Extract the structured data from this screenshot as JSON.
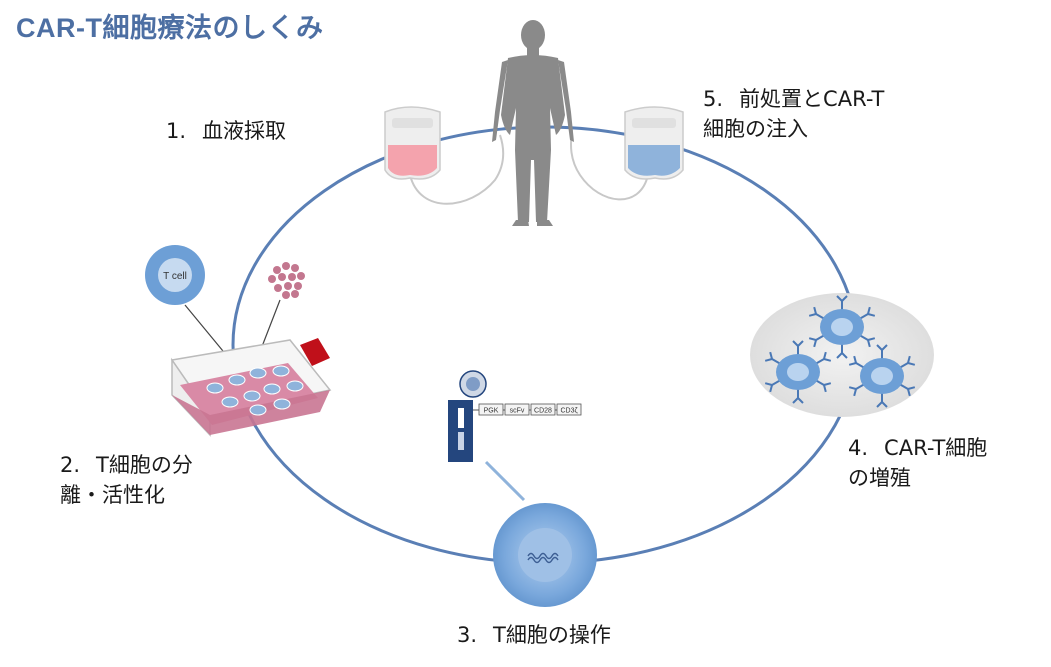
{
  "title": "CAR-T細胞療法のしくみ",
  "steps": [
    {
      "number": "1.",
      "text": "血液採取"
    },
    {
      "number": "2.",
      "line1": "T細胞の分",
      "line2": "離・活性化"
    },
    {
      "number": "3.",
      "text": "T細胞の操作"
    },
    {
      "number": "4.",
      "line1": "CAR-T細胞",
      "line2": "の増殖"
    },
    {
      "number": "5.",
      "line1": "前処置とCAR-T",
      "line2": "細胞の注入"
    }
  ],
  "cell_label": "T cell",
  "construct_labels": [
    "PGK",
    "scFv",
    "CD28",
    "CD3ζ"
  ],
  "colors": {
    "title": "#4d6fa3",
    "cycle_line": "#5a7fb5",
    "cell_blue": "#6d9fd6",
    "human_silhouette": "#8a8a8a",
    "blood_bag_red": "#f4a3ad",
    "blood_bag_blue": "#8fb3db",
    "flask_pink": "#d98aa6",
    "flask_cap": "#c0101a",
    "dots_pink": "#c3778f",
    "vector_navy": "#24467e"
  }
}
